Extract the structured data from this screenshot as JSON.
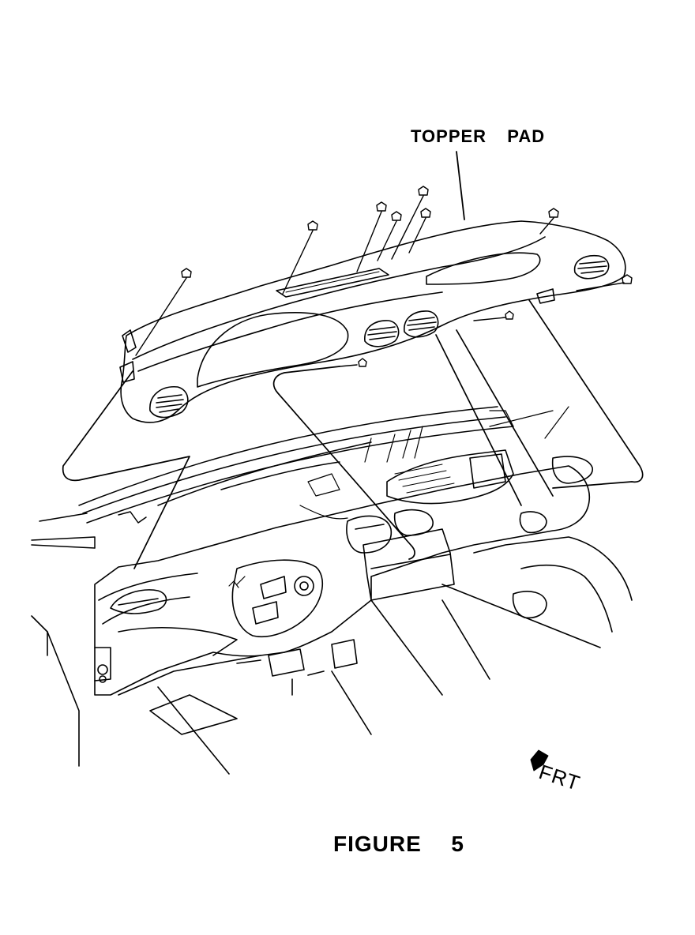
{
  "labels": {
    "topper_pad": "TOPPER  PAD",
    "figure": "FIGURE  5",
    "front": "FRT"
  },
  "colors": {
    "ink": "#000000",
    "paper": "#ffffff"
  },
  "icons": {
    "front_arrow": "arrow-left-down-icon"
  }
}
